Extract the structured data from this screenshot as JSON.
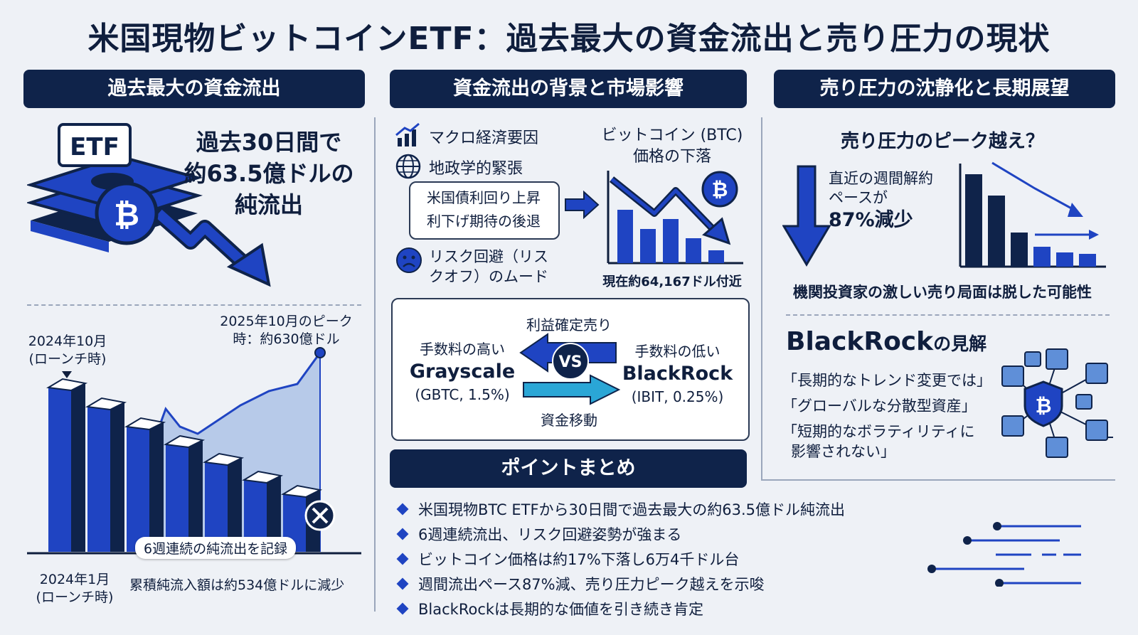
{
  "title": "米国現物ビットコインETF：過去最大の資金流出と売り圧力の現状",
  "left": {
    "header": "過去最大の資金流出",
    "etf_label": "ETF",
    "headline": [
      "過去30日間で",
      "約63.5億ドルの",
      "純流出"
    ],
    "peak_label": [
      "2025年10月のピーク",
      "時：約630億ドル"
    ],
    "launch_label": [
      "2024年10月",
      "(ローンチ時)"
    ],
    "callout": "6週連続の純流出を記録",
    "bottom_left": [
      "2024年1月",
      "(ローンチ時)"
    ],
    "bottom_right": "累積純流入額は約534億ドルに減少"
  },
  "middle": {
    "header": "資金流出の背景と市場影響",
    "factor_macro": "マクロ経済要因",
    "factor_geo": "地政学的緊張",
    "bullets_box": [
      "米国債利回り上昇",
      "利下げ期待の後退"
    ],
    "risk_off": [
      "リスク回避（リス",
      "クオフ）のムード"
    ],
    "btc_title": [
      "ビットコイン (BTC)",
      "価格の下落"
    ],
    "btc_price": "現在約64,167ドル付近",
    "profit_taking": "利益確定売り",
    "grayscale": [
      "手数料の高い",
      "Grayscale",
      "(GBTC, 1.5%)"
    ],
    "blackrock": [
      "手数料の低い",
      "BlackRock",
      "(IBIT, 0.25%)"
    ],
    "vs": "VS",
    "fund_move": "資金移動",
    "summary_header": "ポイントまとめ",
    "summary": [
      "米国現物BTC ETFから30日間で過去最大の約63.5億ドル純流出",
      "6週連続流出、リスク回避姿勢が強まる",
      "ビットコイン価格は約17%下落し6万4千ドル台",
      "週間流出ペース87%減、売り圧力ピーク越えを示唆",
      "BlackRockは長期的な価値を引き続き肯定"
    ]
  },
  "right": {
    "header": "売り圧力の沈静化と長期展望",
    "peak_question": "売り圧力のピーク越え？",
    "pace": [
      "直近の週間解約",
      "ペースが",
      "87%減少"
    ],
    "institutional": "機関投資家の激しい売り局面は脱した可能性",
    "br_title": "BlackRock",
    "br_suffix": "の見解",
    "quotes": [
      "「長期的なトレンド変更では」",
      "「グローバルな分散型資産」",
      "「短期的なボラティリティに",
      "影響されない」"
    ]
  },
  "colors": {
    "navy": "#0f234a",
    "blue": "#1f44c2",
    "light_blue": "#a9c1e6",
    "cyan": "#2aa6d6"
  }
}
